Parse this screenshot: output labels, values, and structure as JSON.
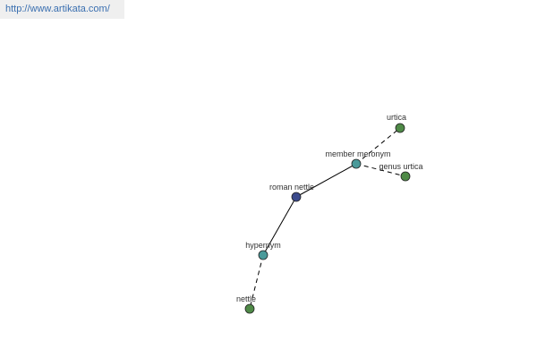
{
  "banner": {
    "url": "http://www.artikata.com/"
  },
  "graph": {
    "nodes": [
      {
        "id": "roman-nettle",
        "label": "roman nettle",
        "role": "center",
        "color": "#3b4a8c"
      },
      {
        "id": "member-meronym",
        "label": "member meronym",
        "role": "relation",
        "color": "#4a9a9a"
      },
      {
        "id": "hypernym",
        "label": "hypernym",
        "role": "relation",
        "color": "#4a9a9a"
      },
      {
        "id": "urtica",
        "label": "urtica",
        "role": "leaf",
        "color": "#4f8a47"
      },
      {
        "id": "genus-urtica",
        "label": "genus urtica",
        "role": "leaf",
        "color": "#4f8a47"
      },
      {
        "id": "nettle",
        "label": "nettle",
        "role": "leaf",
        "color": "#4f8a47"
      }
    ],
    "edges": [
      {
        "from": "roman-nettle",
        "to": "member-meronym",
        "style": "solid"
      },
      {
        "from": "roman-nettle",
        "to": "hypernym",
        "style": "solid"
      },
      {
        "from": "member-meronym",
        "to": "urtica",
        "style": "dashed"
      },
      {
        "from": "member-meronym",
        "to": "genus-urtica",
        "style": "dashed"
      },
      {
        "from": "hypernym",
        "to": "nettle",
        "style": "dashed"
      }
    ]
  }
}
